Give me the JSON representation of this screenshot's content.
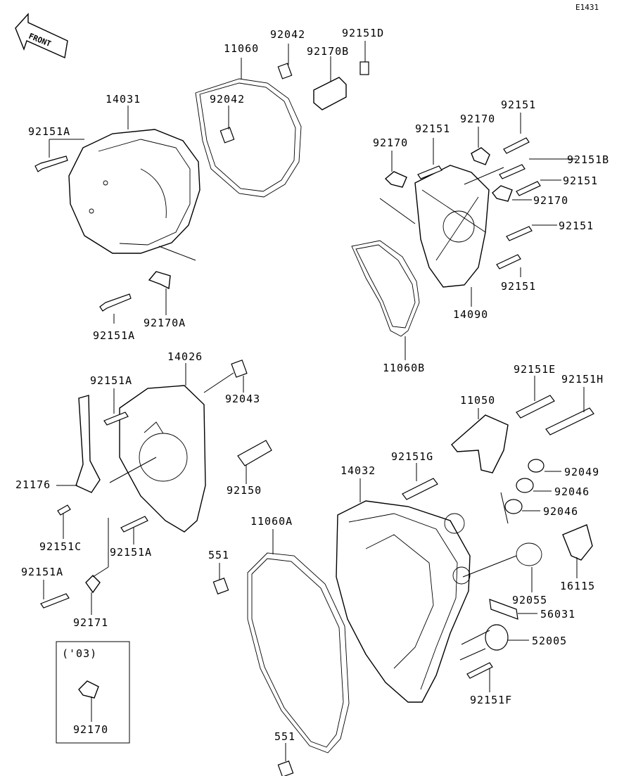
{
  "diagram_code": "E1431",
  "front_label": "FRONT",
  "inset_label": "('03)",
  "labels": [
    {
      "id": "l01",
      "text": "11060"
    },
    {
      "id": "l02",
      "text": "92042"
    },
    {
      "id": "l03",
      "text": "92151D"
    },
    {
      "id": "l04",
      "text": "92170B"
    },
    {
      "id": "l05",
      "text": "14031"
    },
    {
      "id": "l06",
      "text": "92042"
    },
    {
      "id": "l07",
      "text": "92151A"
    },
    {
      "id": "l08",
      "text": "92151A"
    },
    {
      "id": "l09",
      "text": "92170A"
    },
    {
      "id": "l10",
      "text": "92151"
    },
    {
      "id": "l11",
      "text": "92170"
    },
    {
      "id": "l12",
      "text": "92151"
    },
    {
      "id": "l13",
      "text": "92170"
    },
    {
      "id": "l14",
      "text": "92151B"
    },
    {
      "id": "l15",
      "text": "92151"
    },
    {
      "id": "l16",
      "text": "92170"
    },
    {
      "id": "l17",
      "text": "92151"
    },
    {
      "id": "l18",
      "text": "92151"
    },
    {
      "id": "l19",
      "text": "14090"
    },
    {
      "id": "l20",
      "text": "11060B"
    },
    {
      "id": "l21",
      "text": "14026"
    },
    {
      "id": "l22",
      "text": "92151A"
    },
    {
      "id": "l23",
      "text": "92043"
    },
    {
      "id": "l24",
      "text": "21176"
    },
    {
      "id": "l25",
      "text": "92150"
    },
    {
      "id": "l26",
      "text": "92151C"
    },
    {
      "id": "l27",
      "text": "92151A"
    },
    {
      "id": "l28",
      "text": "92151A"
    },
    {
      "id": "l29",
      "text": "92171"
    },
    {
      "id": "l30",
      "text": "92170"
    },
    {
      "id": "l31",
      "text": "92151E"
    },
    {
      "id": "l32",
      "text": "92151H"
    },
    {
      "id": "l33",
      "text": "11050"
    },
    {
      "id": "l34",
      "text": "92151G"
    },
    {
      "id": "l35",
      "text": "14032"
    },
    {
      "id": "l36",
      "text": "92049"
    },
    {
      "id": "l37",
      "text": "92046"
    },
    {
      "id": "l38",
      "text": "92046"
    },
    {
      "id": "l39",
      "text": "11060A"
    },
    {
      "id": "l40",
      "text": "551"
    },
    {
      "id": "l41",
      "text": "16115"
    },
    {
      "id": "l42",
      "text": "92055"
    },
    {
      "id": "l43",
      "text": "56031"
    },
    {
      "id": "l44",
      "text": "52005"
    },
    {
      "id": "l45",
      "text": "92151F"
    },
    {
      "id": "l46",
      "text": "551"
    }
  ]
}
